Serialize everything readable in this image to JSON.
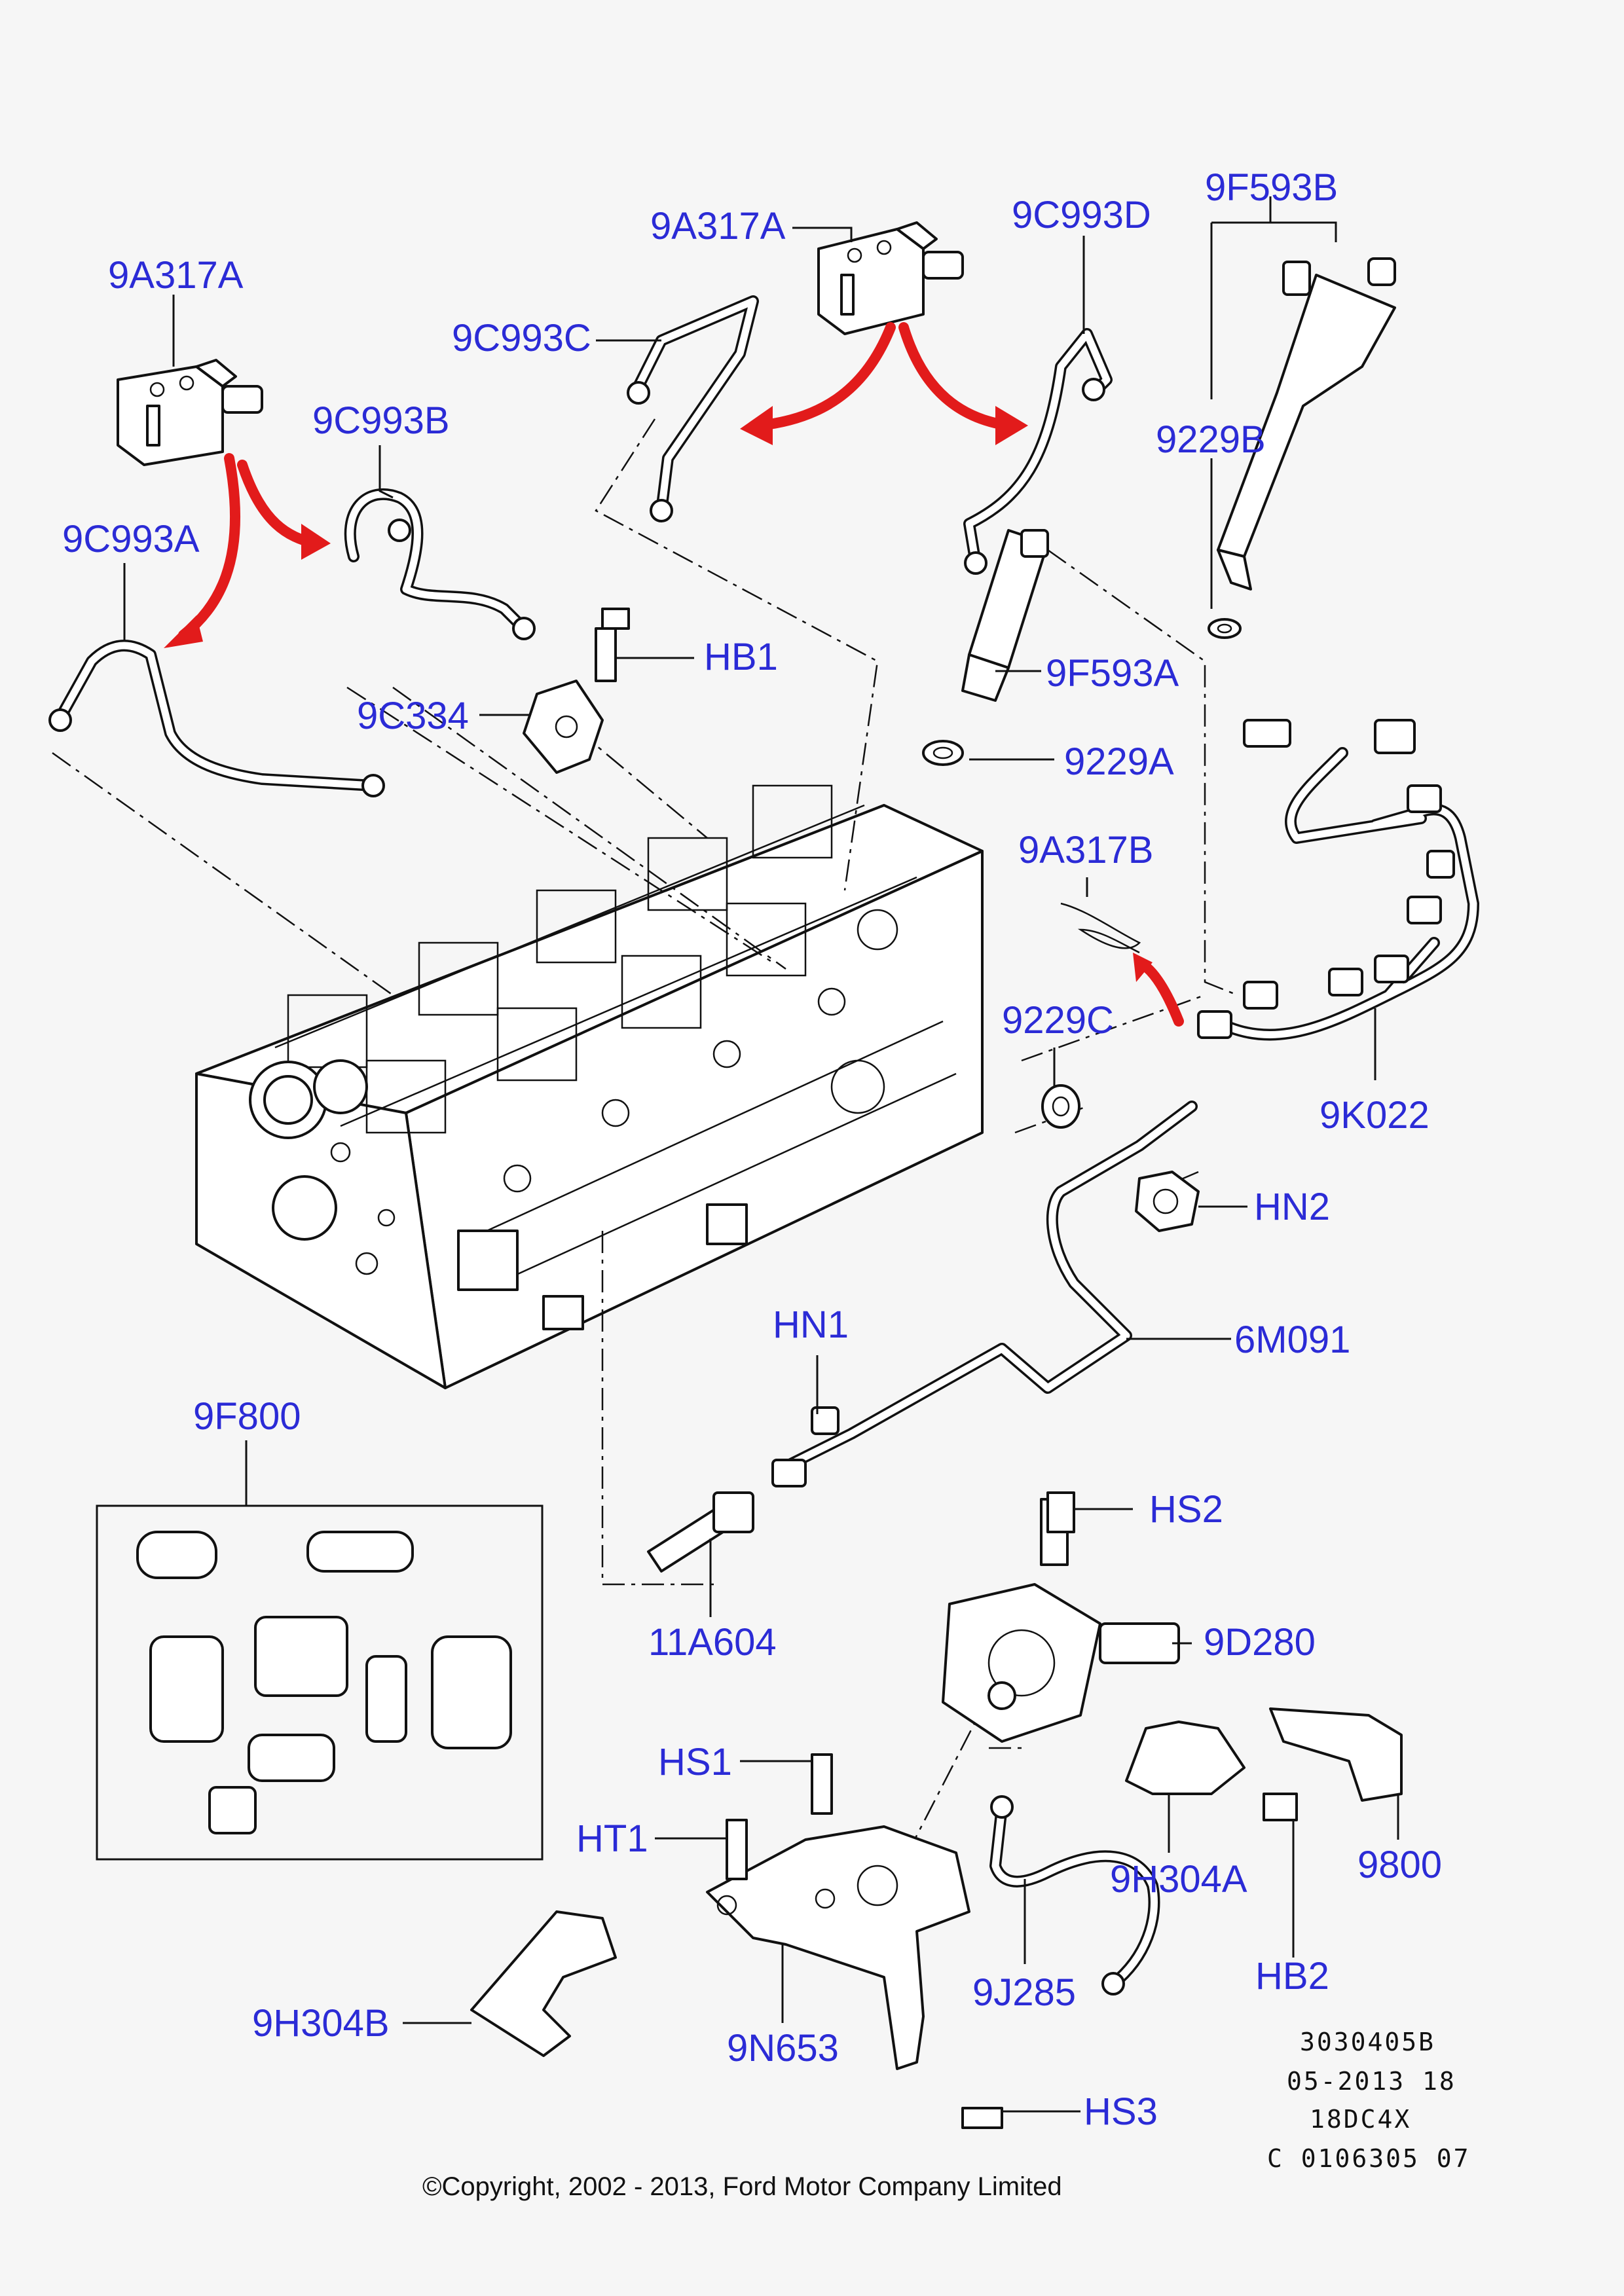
{
  "labels": {
    "p_9a317a_left": "9A317A",
    "p_9a317a_top": "9A317A",
    "p_9c993d": "9C993D",
    "p_9f593b": "9F593B",
    "p_9c993c": "9C993C",
    "p_9c993b": "9C993B",
    "p_9229b": "9229B",
    "p_9c993a": "9C993A",
    "p_hb1": "HB1",
    "p_9f593a": "9F593A",
    "p_9c334": "9C334",
    "p_9229a": "9229A",
    "p_9a317b": "9A317B",
    "p_9229c": "9229C",
    "p_9k022": "9K022",
    "p_hn2": "HN2",
    "p_6m091": "6M091",
    "p_hn1": "HN1",
    "p_9f800": "9F800",
    "p_hs2": "HS2",
    "p_11a604": "11A604",
    "p_9d280": "9D280",
    "p_hs1": "HS1",
    "p_ht1": "HT1",
    "p_9h304a": "9H304A",
    "p_9800": "9800",
    "p_9j285": "9J285",
    "p_hb2": "HB2",
    "p_9h304b": "9H304B",
    "p_9n653": "9N653",
    "p_hs3": "HS3"
  },
  "reference": {
    "line1": "3030405B",
    "line2": "05-2013 18",
    "line3": "18DC4X",
    "line4": "C 0106305 07"
  },
  "copyright": "©Copyright, 2002 - 2013, Ford Motor Company Limited",
  "colors": {
    "label": "#2b2bd6",
    "arrow": "#e21b1b",
    "line": "#111111",
    "background": "#f6f6f6"
  }
}
